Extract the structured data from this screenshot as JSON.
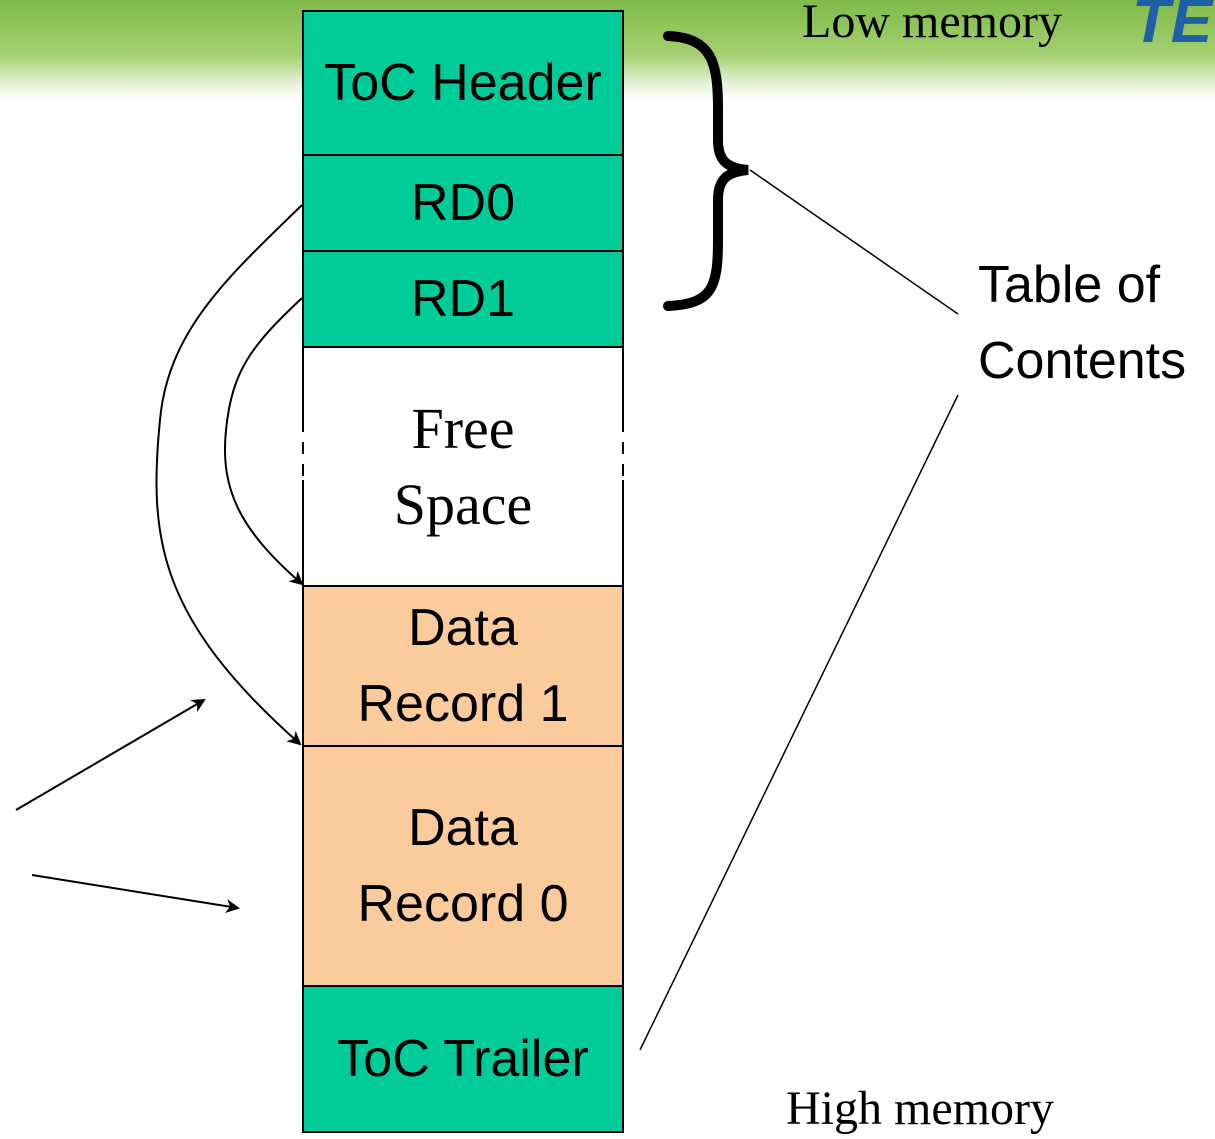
{
  "header": {
    "logo_text": "TE",
    "banner_color": "#8cc152",
    "logo_color": "#1f5fa8"
  },
  "labels": {
    "low_memory": "Low memory",
    "high_memory": "High memory",
    "toc_line1": "Table of",
    "toc_line2": "Contents"
  },
  "blocks": [
    {
      "id": "toc-header",
      "lines": [
        "ToC Header"
      ],
      "kind": "toc"
    },
    {
      "id": "rd0",
      "lines": [
        "RD0"
      ],
      "kind": "toc"
    },
    {
      "id": "rd1",
      "lines": [
        "RD1"
      ],
      "kind": "toc"
    },
    {
      "id": "free-space",
      "lines": [
        "Free",
        "Space"
      ],
      "kind": "free"
    },
    {
      "id": "data-record-1",
      "lines": [
        "Data",
        "Record 1"
      ],
      "kind": "data"
    },
    {
      "id": "data-record-0",
      "lines": [
        "Data",
        "Record 0"
      ],
      "kind": "data"
    },
    {
      "id": "toc-trailer",
      "lines": [
        "ToC Trailer"
      ],
      "kind": "toc"
    }
  ],
  "colors": {
    "toc": "#00cc99",
    "data": "#fccb9c",
    "free": "#ffffff"
  }
}
